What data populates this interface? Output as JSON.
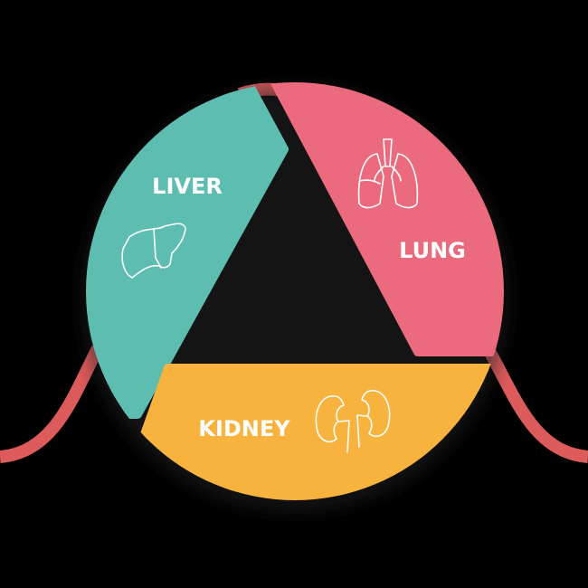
{
  "segments": [
    {
      "label": "LIVER",
      "icon": "liver-icon",
      "color": "#5dbdb1"
    },
    {
      "label": "LUNG",
      "icon": "lungs-icon",
      "color": "#ec6a7e"
    },
    {
      "label": "KIDNEY",
      "icon": "kidneys-icon",
      "color": "#f7b33d"
    }
  ],
  "connector_color": "#de5b5c",
  "background": "#000000"
}
